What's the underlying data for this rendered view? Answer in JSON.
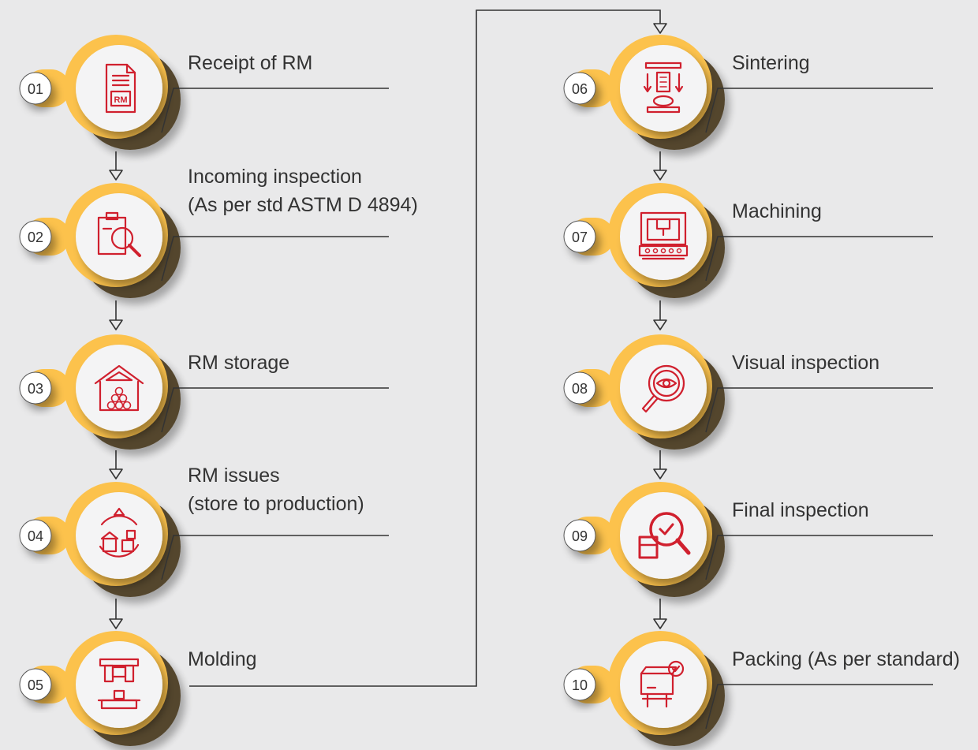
{
  "colors": {
    "background": "#e9e9ea",
    "ring": "#fcc24c",
    "ring_shadow": "#3a2a10",
    "icon_red": "#d0202e",
    "text": "#333333",
    "line": "#333333",
    "badge_fill": "#ffffff"
  },
  "steps": [
    {
      "num": "01",
      "label": "Receipt of RM",
      "icon": "rm-document-icon"
    },
    {
      "num": "02",
      "label": "Incoming inspection\n(As per std ASTM D 4894)",
      "icon": "clipboard-magnifier-icon"
    },
    {
      "num": "03",
      "label": "RM storage",
      "icon": "warehouse-icon"
    },
    {
      "num": "04",
      "label": "RM issues\n(store to production)",
      "icon": "store-transfer-icon"
    },
    {
      "num": "05",
      "label": "Molding",
      "icon": "molding-press-icon"
    },
    {
      "num": "06",
      "label": "Sintering",
      "icon": "sintering-press-icon"
    },
    {
      "num": "07",
      "label": "Machining",
      "icon": "machining-icon"
    },
    {
      "num": "08",
      "label": "Visual inspection",
      "icon": "eye-magnifier-icon"
    },
    {
      "num": "09",
      "label": "Final inspection",
      "icon": "box-magnifier-check-icon"
    },
    {
      "num": "10",
      "label": "Packing (As per standard)",
      "icon": "package-check-icon"
    }
  ]
}
